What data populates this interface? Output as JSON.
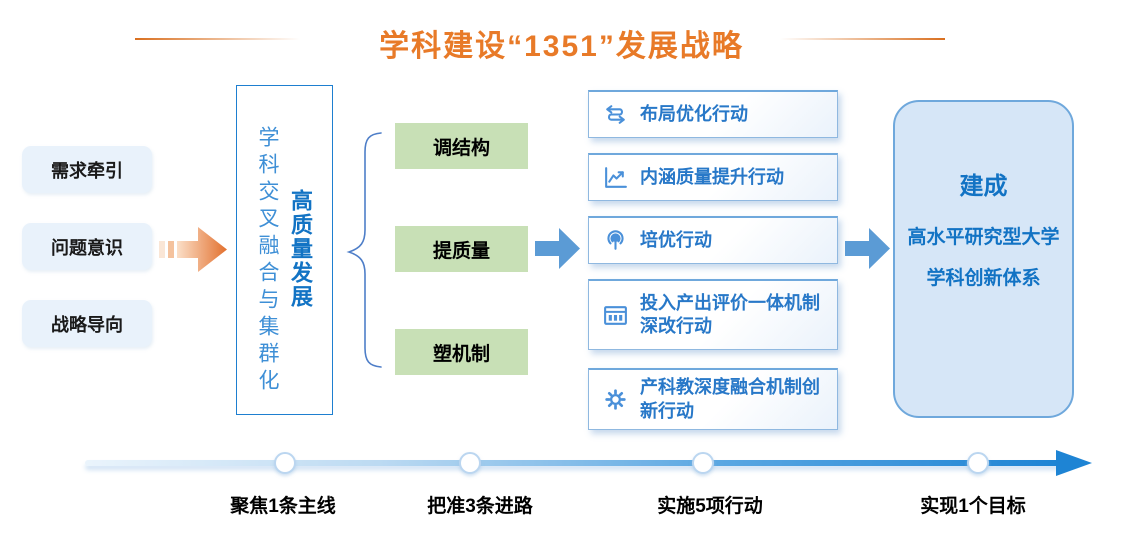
{
  "title": "学科建设“1351”发展战略",
  "drivers": {
    "items": [
      "需求牵引",
      "问题意识",
      "战略导向"
    ]
  },
  "mainline": {
    "vertical_text": "学科交叉融合与集群化",
    "vertical_text_bold": "高质量发展"
  },
  "approaches": {
    "items": [
      "调结构",
      "提质量",
      "塑机制"
    ]
  },
  "actions": {
    "items": [
      {
        "icon": "swap-arrows-icon",
        "label": "布局优化行动"
      },
      {
        "icon": "line-chart-icon",
        "label": "内涵质量提升行动"
      },
      {
        "icon": "broadcast-icon",
        "label": "培优行动"
      },
      {
        "icon": "table-window-icon",
        "label": "投入产出评价一体机制深改行动"
      },
      {
        "icon": "gear-icon",
        "label": "产科教深度融合机制创新行动"
      }
    ]
  },
  "goal": {
    "heading": "建成",
    "lines": [
      "高水平研究型大学",
      "学科创新体系"
    ]
  },
  "timeline": {
    "milestones": [
      "聚焦1条主线",
      "把准3条进路",
      "实施5项行动",
      "实现1个目标"
    ]
  },
  "colors": {
    "title_orange": "#E87A28",
    "arrow_orange": "#E2702E",
    "mainline_border_blue": "#1E7FD0",
    "action_text_blue": "#2878C8",
    "goal_text_blue": "#1273C4",
    "goal_fill": "#D6E6F7",
    "driver_fill": "#E9F2FB",
    "approach_fill": "#C8E0B6",
    "timeline_blue": "#1E84D4"
  }
}
